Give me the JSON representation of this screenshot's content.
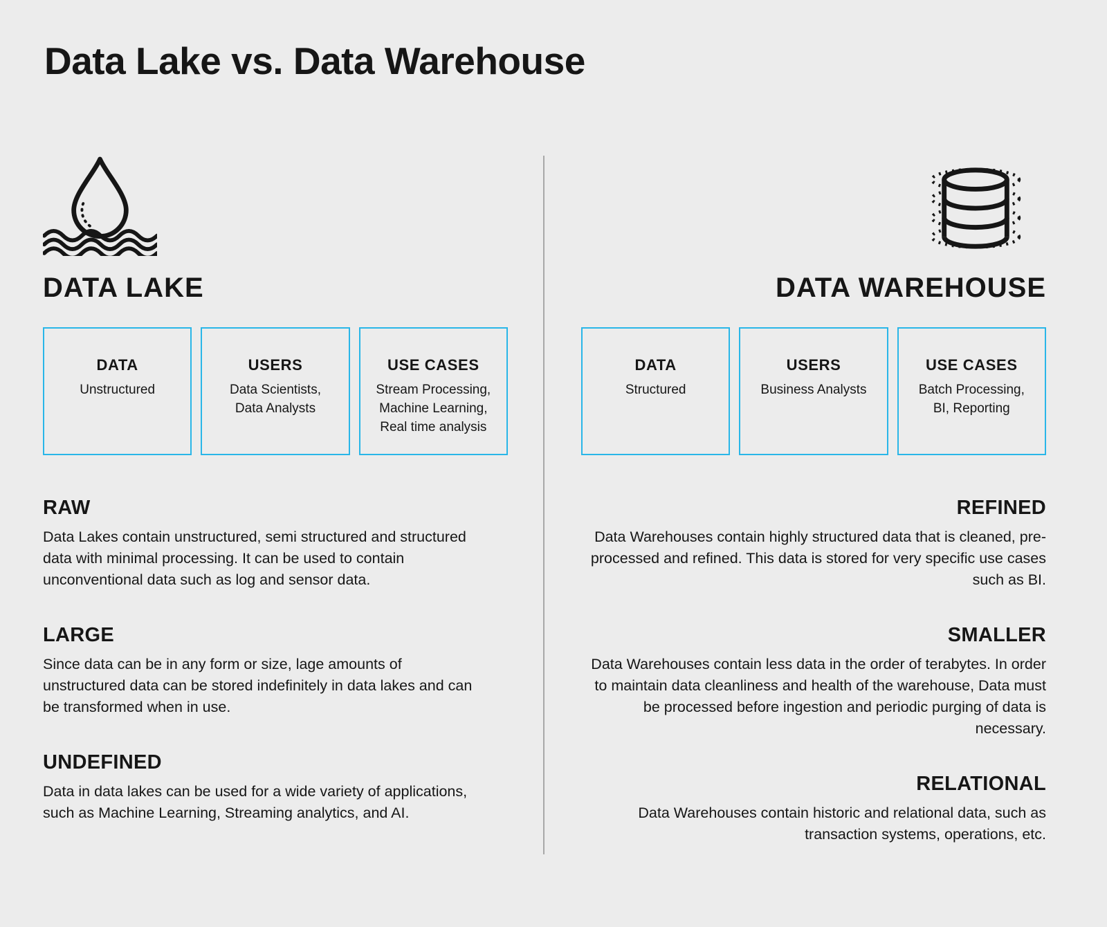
{
  "page": {
    "title": "Data Lake vs. Data Warehouse",
    "colors": {
      "background": "#ececec",
      "accent": "#29b6e8",
      "text": "#161616",
      "divider": "#a8a8a8"
    }
  },
  "left": {
    "heading": "DATA LAKE",
    "icon": "water-drop-waves-icon",
    "boxes": [
      {
        "title": "DATA",
        "desc": "Unstructured"
      },
      {
        "title": "USERS",
        "desc": "Data Scientists,\nData Analysts"
      },
      {
        "title": "USE CASES",
        "desc": "Stream Processing,\nMachine Learning,\nReal time analysis"
      }
    ],
    "sections": [
      {
        "heading": "RAW",
        "body": "Data Lakes contain unstructured, semi structured and structured data with minimal processing. It can be used to contain unconventional data such as log and sensor data."
      },
      {
        "heading": "LARGE",
        "body": "Since data can be in any form or size, lage amounts of unstructured data can be stored indefinitely in data lakes and can be transformed when in use."
      },
      {
        "heading": "UNDEFINED",
        "body": "Data in data lakes can be used for a wide variety of applications, such as Machine Learning, Streaming analytics, and AI."
      }
    ]
  },
  "right": {
    "heading": "DATA WAREHOUSE",
    "icon": "database-icon",
    "boxes": [
      {
        "title": "DATA",
        "desc": "Structured"
      },
      {
        "title": "USERS",
        "desc": "Business Analysts"
      },
      {
        "title": "USE CASES",
        "desc": "Batch Processing,\nBI, Reporting"
      }
    ],
    "sections": [
      {
        "heading": "REFINED",
        "body": "Data Warehouses contain highly structured data that is cleaned, pre-processed and refined. This data is stored for very specific use cases such as BI."
      },
      {
        "heading": "SMALLER",
        "body": "Data Warehouses contain less data in the order of terabytes. In order to maintain data cleanliness and health of the warehouse, Data must be processed before ingestion and periodic purging of data is necessary."
      },
      {
        "heading": "RELATIONAL",
        "body": "Data Warehouses contain historic and relational data, such as transaction systems, operations, etc."
      }
    ]
  }
}
